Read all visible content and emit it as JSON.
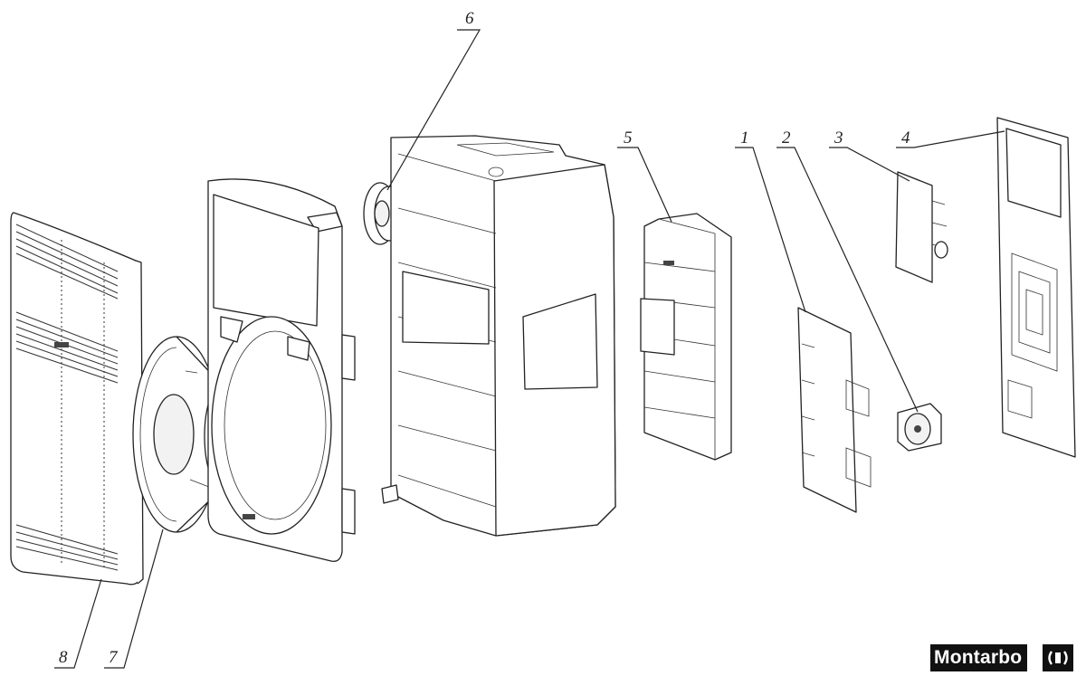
{
  "callouts": [
    {
      "id": "1",
      "part": "amplifier-board"
    },
    {
      "id": "2",
      "part": "cooling-fan"
    },
    {
      "id": "3",
      "part": "input-panel-board"
    },
    {
      "id": "4",
      "part": "rear-heatsink-panel"
    },
    {
      "id": "5",
      "part": "amplifier-module-housing"
    },
    {
      "id": "6",
      "part": "compression-driver"
    },
    {
      "id": "7",
      "part": "woofer"
    },
    {
      "id": "8",
      "part": "front-grille"
    }
  ],
  "brand": {
    "name": "Montarbo",
    "icon": "speaker-waves-icon"
  },
  "colors": {
    "line": "#222222",
    "logo_bg": "#111111",
    "logo_fg": "#ffffff"
  }
}
